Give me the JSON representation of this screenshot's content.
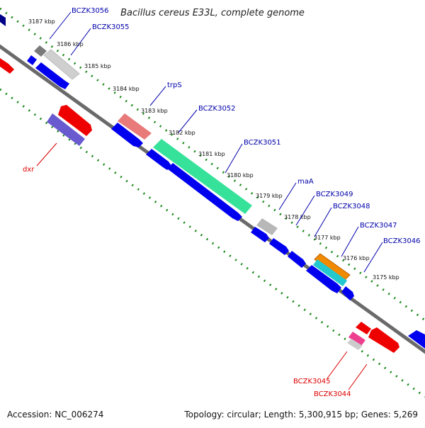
{
  "title": "Bacillus cereus E33L, complete genome",
  "footer": {
    "accession": "Accession: NC_006274",
    "summary": "Topology: circular; Length: 5,300,915 bp; Genes: 5,269"
  },
  "colors": {
    "forward": "#0000ee",
    "reverse_rrna": "#ee0000",
    "grey": "#8f8f8f",
    "light_grey": "#cfcfcf",
    "salmon": "#e87a7a",
    "green": "#36e29a",
    "lilac": "#6a5ad0",
    "orange": "#f08a00",
    "cyan": "#22c8d0",
    "pink": "#ee3f8f",
    "blue_label": "#0000aa",
    "red_label": "#dd0000",
    "ruler_dots": "#1a8a1a"
  },
  "ticks": [
    "3187 kbp",
    "3186 kbp",
    "3185 kbp",
    "3184 kbp",
    "3183 kbp",
    "3182 kbp",
    "3181 kbp",
    "3180 kbp",
    "3179 kbp",
    "3178 kbp",
    "3177 kbp",
    "3176 kbp",
    "3175 kbp"
  ],
  "gene_labels": {
    "BCZK3056": "BCZK3056",
    "BCZK3055": "BCZK3055",
    "trpS": "trpS",
    "BCZK3052": "BCZK3052",
    "BCZK3051": "BCZK3051",
    "maA": "maA",
    "BCZK3049": "BCZK3049",
    "BCZK3048": "BCZK3048",
    "BCZK3047": "BCZK3047",
    "BCZK3046": "BCZK3046",
    "dxr": "dxr",
    "BCZK3045": "BCZK3045",
    "BCZK3044": "BCZK3044"
  }
}
